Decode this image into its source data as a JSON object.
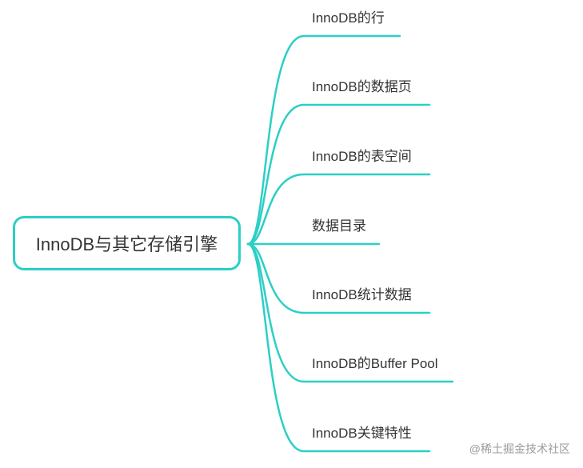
{
  "root": {
    "label": "InnoDB与其它存储引擎"
  },
  "branches": [
    {
      "label": "InnoDB的行"
    },
    {
      "label": "InnoDB的数据页"
    },
    {
      "label": "InnoDB的表空间"
    },
    {
      "label": "数据目录"
    },
    {
      "label": "InnoDB统计数据"
    },
    {
      "label": "InnoDB的Buffer Pool"
    },
    {
      "label": "InnoDB关键特性"
    }
  ],
  "watermark": "@稀土掘金技术社区",
  "colors": {
    "accent": "#2bcfc6",
    "text": "#333333",
    "watermark": "#9a9aa0"
  }
}
